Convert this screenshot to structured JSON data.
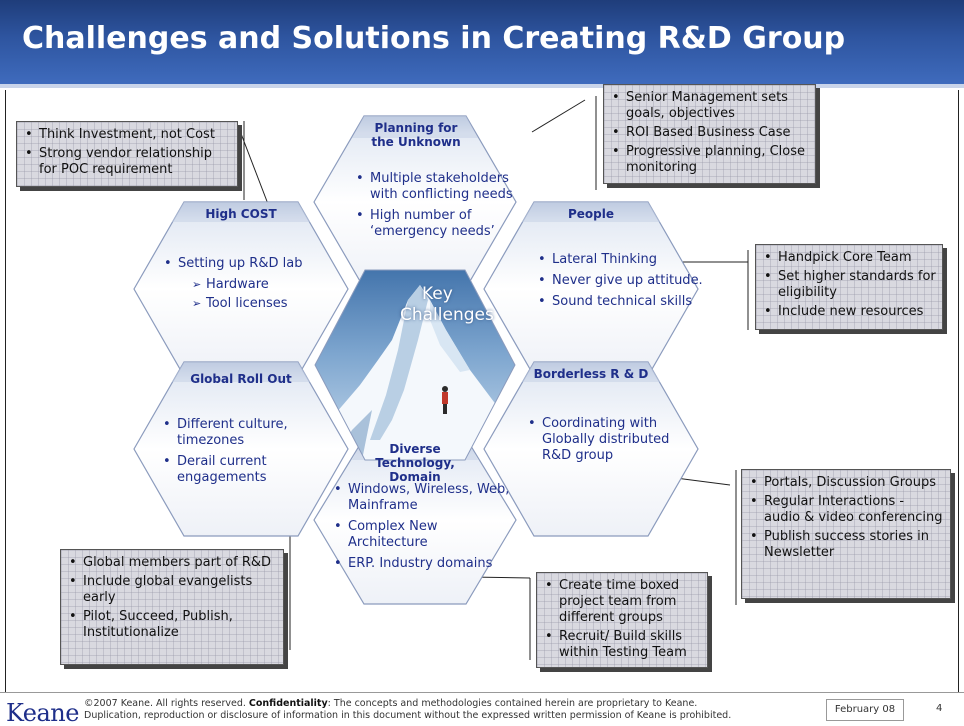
{
  "title": "Challenges and Solutions in Creating R&D Group",
  "center": {
    "line1": "Key",
    "line2": "Challenges"
  },
  "hexes": {
    "planning": {
      "title": "Planning for the Unknown",
      "items": [
        "Multiple stakeholders with conflicting needs",
        "High number of ‘emergency needs’"
      ]
    },
    "high_cost": {
      "title": "High COST",
      "items": [
        "Setting up R&D lab"
      ],
      "subitems": [
        "Hardware",
        "Tool licenses"
      ]
    },
    "people": {
      "title": "People",
      "items": [
        "Lateral Thinking",
        "Never give up attitude.",
        "Sound technical skills"
      ]
    },
    "global_rollout": {
      "title": "Global Roll Out",
      "items": [
        "Different culture, timezones",
        "Derail current engagements"
      ]
    },
    "borderless": {
      "title": "Borderless R & D",
      "items": [
        "Coordinating with Globally distributed R&D  group"
      ]
    },
    "diverse": {
      "title": "Diverse Technology, Domain",
      "items": [
        "Windows, Wireless, Web, Mainframe",
        "Complex New Architecture",
        "ERP. Industry domains"
      ]
    }
  },
  "callouts": {
    "cost": [
      "Think Investment, not Cost",
      "Strong vendor relationship for POC requirement"
    ],
    "planning": [
      "Senior Management sets goals, objectives",
      "ROI Based Business Case",
      "Progressive planning, Close monitoring"
    ],
    "people": [
      "Handpick Core Team",
      "Set higher standards for eligibility",
      "Include new resources"
    ],
    "borderless": [
      "Portals, Discussion Groups",
      "Regular Interactions - audio & video conferencing",
      "Publish success stories in Newsletter"
    ],
    "diverse": [
      "Create time boxed project team from different groups",
      "Recruit/ Build skills within Testing Team"
    ],
    "global": [
      "Global members part of R&D",
      "Include global evangelists early",
      "Pilot, Succeed, Publish, Institutionalize"
    ]
  },
  "footer": {
    "logo": "Keane",
    "legal_prefix": "©2007 Keane. All rights reserved. ",
    "legal_bold": "Confidentiality",
    "legal_rest": ": The concepts and methodologies contained herein are proprietary to Keane.",
    "legal_line2": "Duplication, reproduction or disclosure of information in this document without the expressed written permission of Keane is prohibited.",
    "date": "February 08",
    "page": "4"
  },
  "colors": {
    "header": "#2e55a0",
    "hex_text": "#1f2f8a",
    "callout_bg": "#d9d9e0"
  }
}
